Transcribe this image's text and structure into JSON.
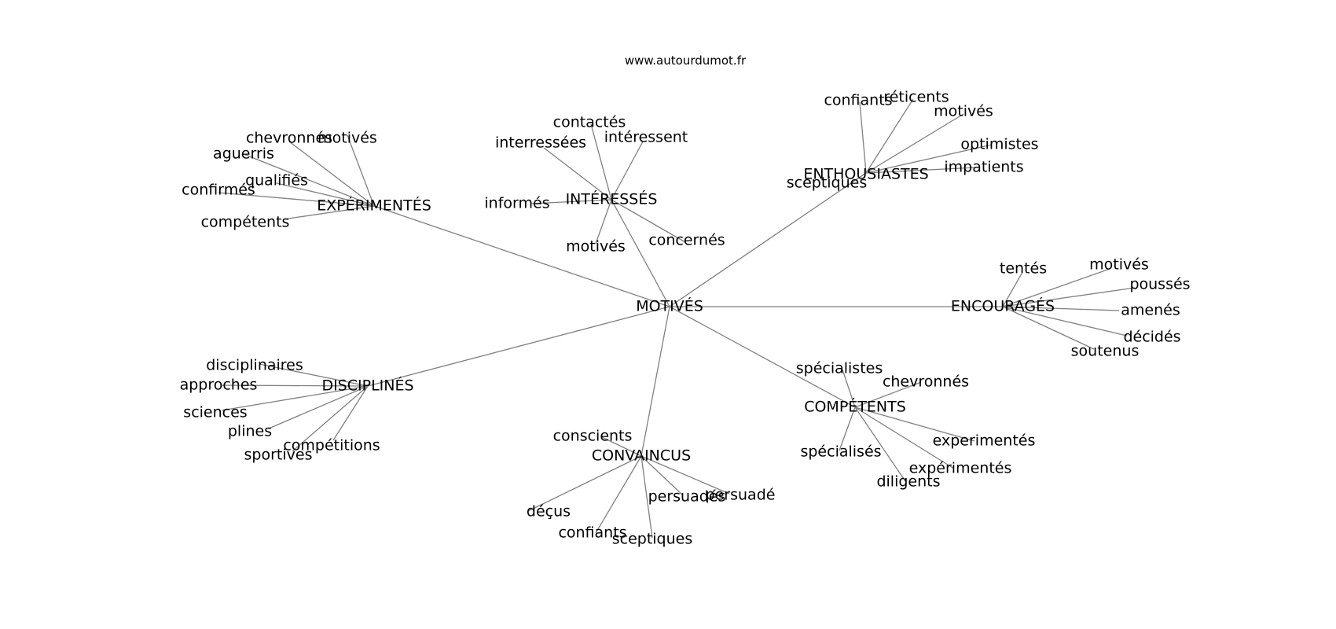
{
  "watermark": "www.autourdumot.fr",
  "edge_color": "#808080",
  "text_color": "#000000",
  "graph": {
    "center": "MOTIVÉS",
    "hubs": [
      {
        "id": "experimentes",
        "label": "EXPÉRIMENTÉS",
        "leaves": [
          "chevronnés",
          "motivés",
          "aguerris",
          "qualifiés",
          "confirmés",
          "compétents"
        ]
      },
      {
        "id": "interesses",
        "label": "INTÉRESSÉS",
        "leaves": [
          "contactés",
          "interressées",
          "intéressent",
          "informés",
          "motivés",
          "concernés"
        ]
      },
      {
        "id": "enthousiastes",
        "label": "ENTHOUSIASTES",
        "leaves": [
          "confiants",
          "réticents",
          "motivés",
          "optimistes",
          "impatients",
          "sceptiques"
        ]
      },
      {
        "id": "encourages",
        "label": "ENCOURAGÉS",
        "leaves": [
          "tentés",
          "motivés",
          "poussés",
          "amenés",
          "décidés",
          "soutenus"
        ]
      },
      {
        "id": "disciplines",
        "label": "DISCIPLINÉS",
        "leaves": [
          "disciplinaires",
          "approches",
          "sciences",
          "plines",
          "compétitions",
          "sportives"
        ]
      },
      {
        "id": "competents",
        "label": "COMPÉTENTS",
        "leaves": [
          "spécialistes",
          "chevronnés",
          "experimentés",
          "spécialisés",
          "expérimentés",
          "diligents"
        ]
      },
      {
        "id": "convaincus",
        "label": "CONVAINCUS",
        "leaves": [
          "conscients",
          "persuadés",
          "persuadé",
          "déçus",
          "confiants",
          "sceptiques"
        ]
      }
    ]
  }
}
